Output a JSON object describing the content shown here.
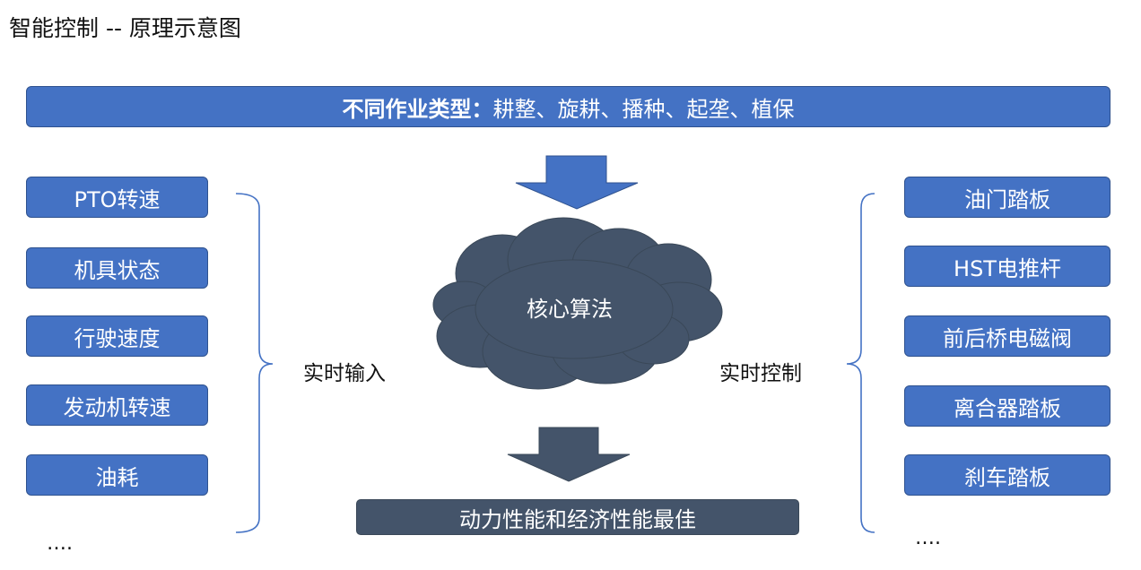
{
  "title": "智能控制 -- 原理示意图",
  "banner": {
    "bold": "不同作业类型：",
    "text": "耕整、旋耕、播种、起垄、植保"
  },
  "inputs": [
    "PTO转速",
    "机具状态",
    "行驶速度",
    "发动机转速",
    "油耗"
  ],
  "inputs_ellipsis": "….",
  "input_label": "实时输入",
  "core": "核心算法",
  "control_label": "实时控制",
  "outputs": [
    "油门踏板",
    "HST电推杆",
    "前后桥电磁阀",
    "离合器踏板",
    "刹车踏板"
  ],
  "outputs_ellipsis": "….",
  "result": "动力性能和经济性能最佳",
  "colors": {
    "box_blue": "#4472C4",
    "box_border": "#2F528F",
    "dark_slate": "#44546A"
  }
}
